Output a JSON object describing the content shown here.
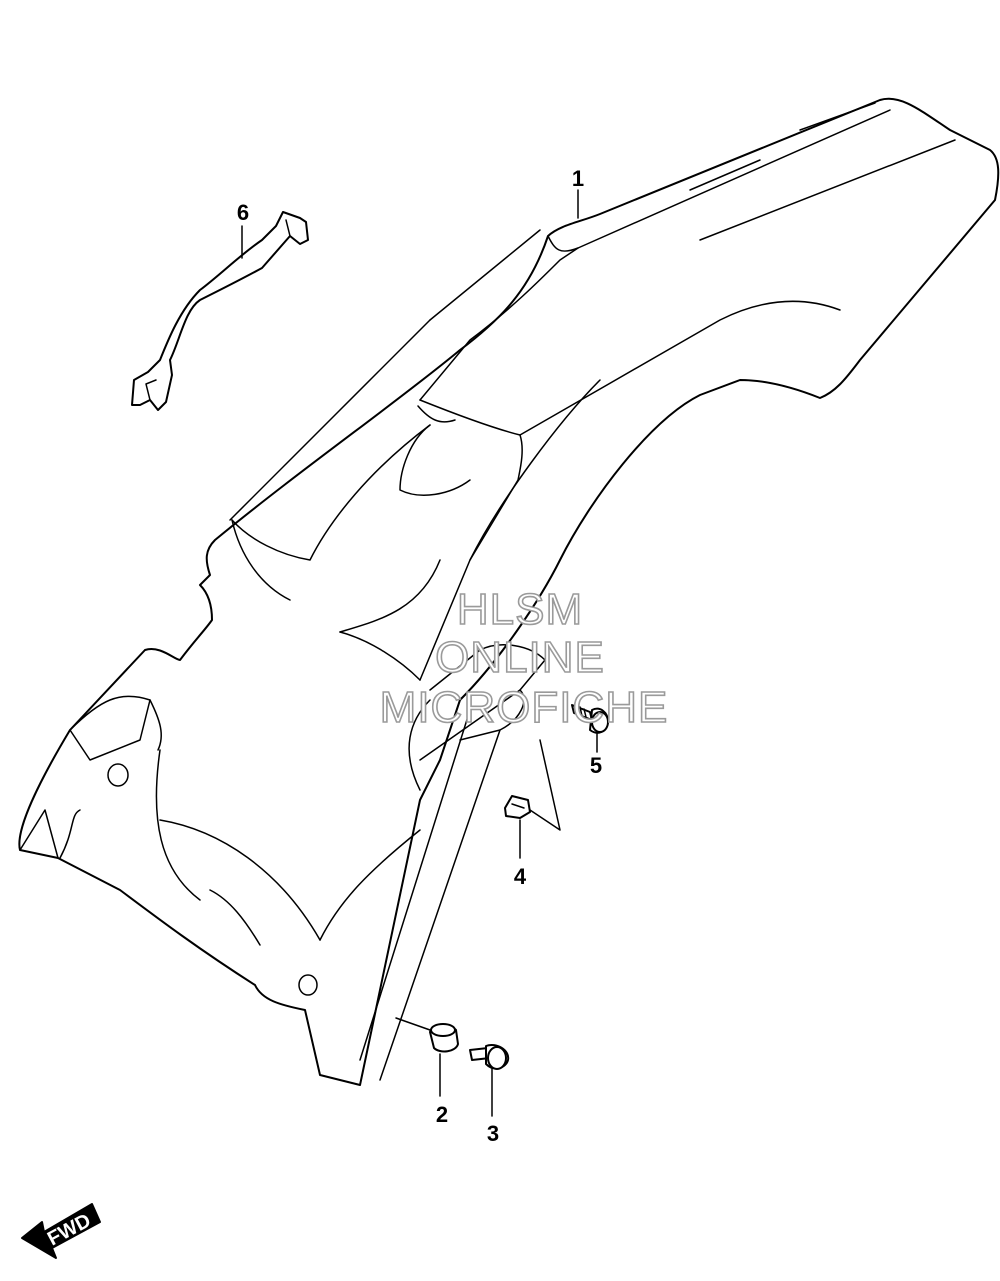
{
  "callouts": [
    {
      "id": "1",
      "label": "1"
    },
    {
      "id": "2",
      "label": "2"
    },
    {
      "id": "3",
      "label": "3"
    },
    {
      "id": "4",
      "label": "4"
    },
    {
      "id": "5",
      "label": "5"
    },
    {
      "id": "6",
      "label": "6"
    }
  ],
  "watermark": {
    "line1": "HLSM",
    "line2": "ONLINE",
    "line3": "MICROFICHE"
  },
  "fwd_indicator": {
    "label": "FWD",
    "icon": "fwd-arrow-icon"
  },
  "colors": {
    "line": "#000000",
    "background": "#ffffff",
    "watermark_outline": "#9a9a9a"
  }
}
